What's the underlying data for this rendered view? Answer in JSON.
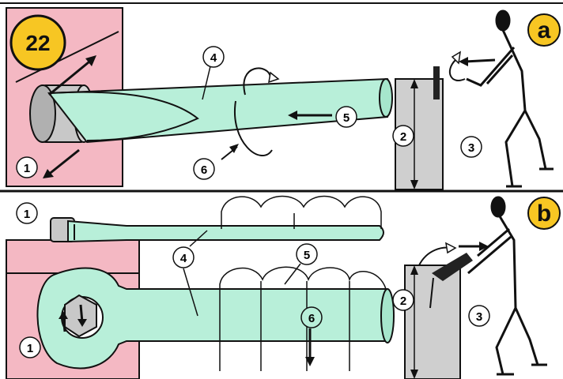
{
  "figure": {
    "number": "22"
  },
  "panels": [
    {
      "id": "a",
      "letter": "a"
    },
    {
      "id": "b",
      "letter": "b"
    }
  ],
  "callouts": {
    "a": {
      "bolt": "1",
      "height": "2",
      "bench": "3",
      "tool": "4",
      "force": "5",
      "torque": "6"
    },
    "b": {
      "bolt_top": "1",
      "bolt_front": "1",
      "height": "2",
      "bench": "3",
      "tool": "4",
      "force_zone": "5",
      "force": "6"
    }
  },
  "colors": {
    "tool_fill": "#b8efd9",
    "wall_fill": "#f4b8c3",
    "badge_fill": "#f7c623",
    "bench_fill": "#cfcfcf",
    "outline": "#111111"
  }
}
